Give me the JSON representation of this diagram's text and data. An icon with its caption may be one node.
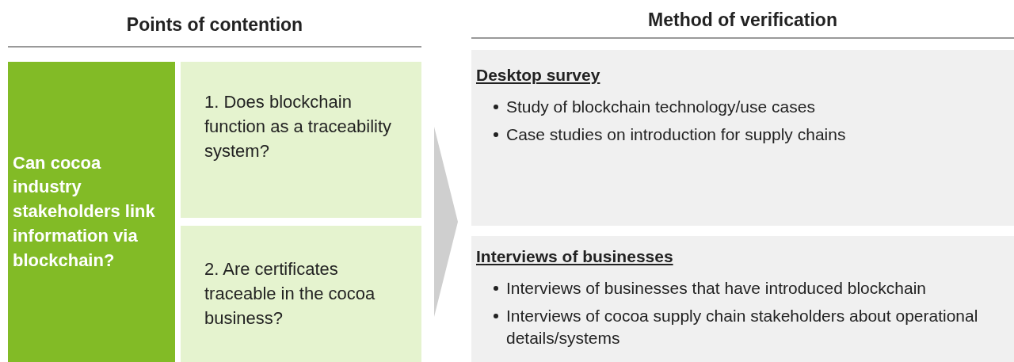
{
  "diagram": {
    "nodes": [
      {
        "text": [
          "Can cocoa industry stakeholders link information via blockchain?"
        ]
      },
      {
        "text": [
          "1. Does blockchain function as a traceability system?"
        ]
      },
      {
        "text": [
          "2. Are certificates traceable in the cocoa business?"
        ]
      },
      {
        "text": [
          "Desktop survey",
          "Study of blockchain technology/use cases",
          "Case studies on introduction for supply chains"
        ]
      },
      {
        "text": [
          "Interviews of businesses",
          "Interviews of businesses that have introduced blockchain",
          "Interviews of cocoa supply chain stakeholders about operational details/systems"
        ]
      }
    ],
    "labels": [
      "Points of contention",
      "Method of verification"
    ]
  }
}
